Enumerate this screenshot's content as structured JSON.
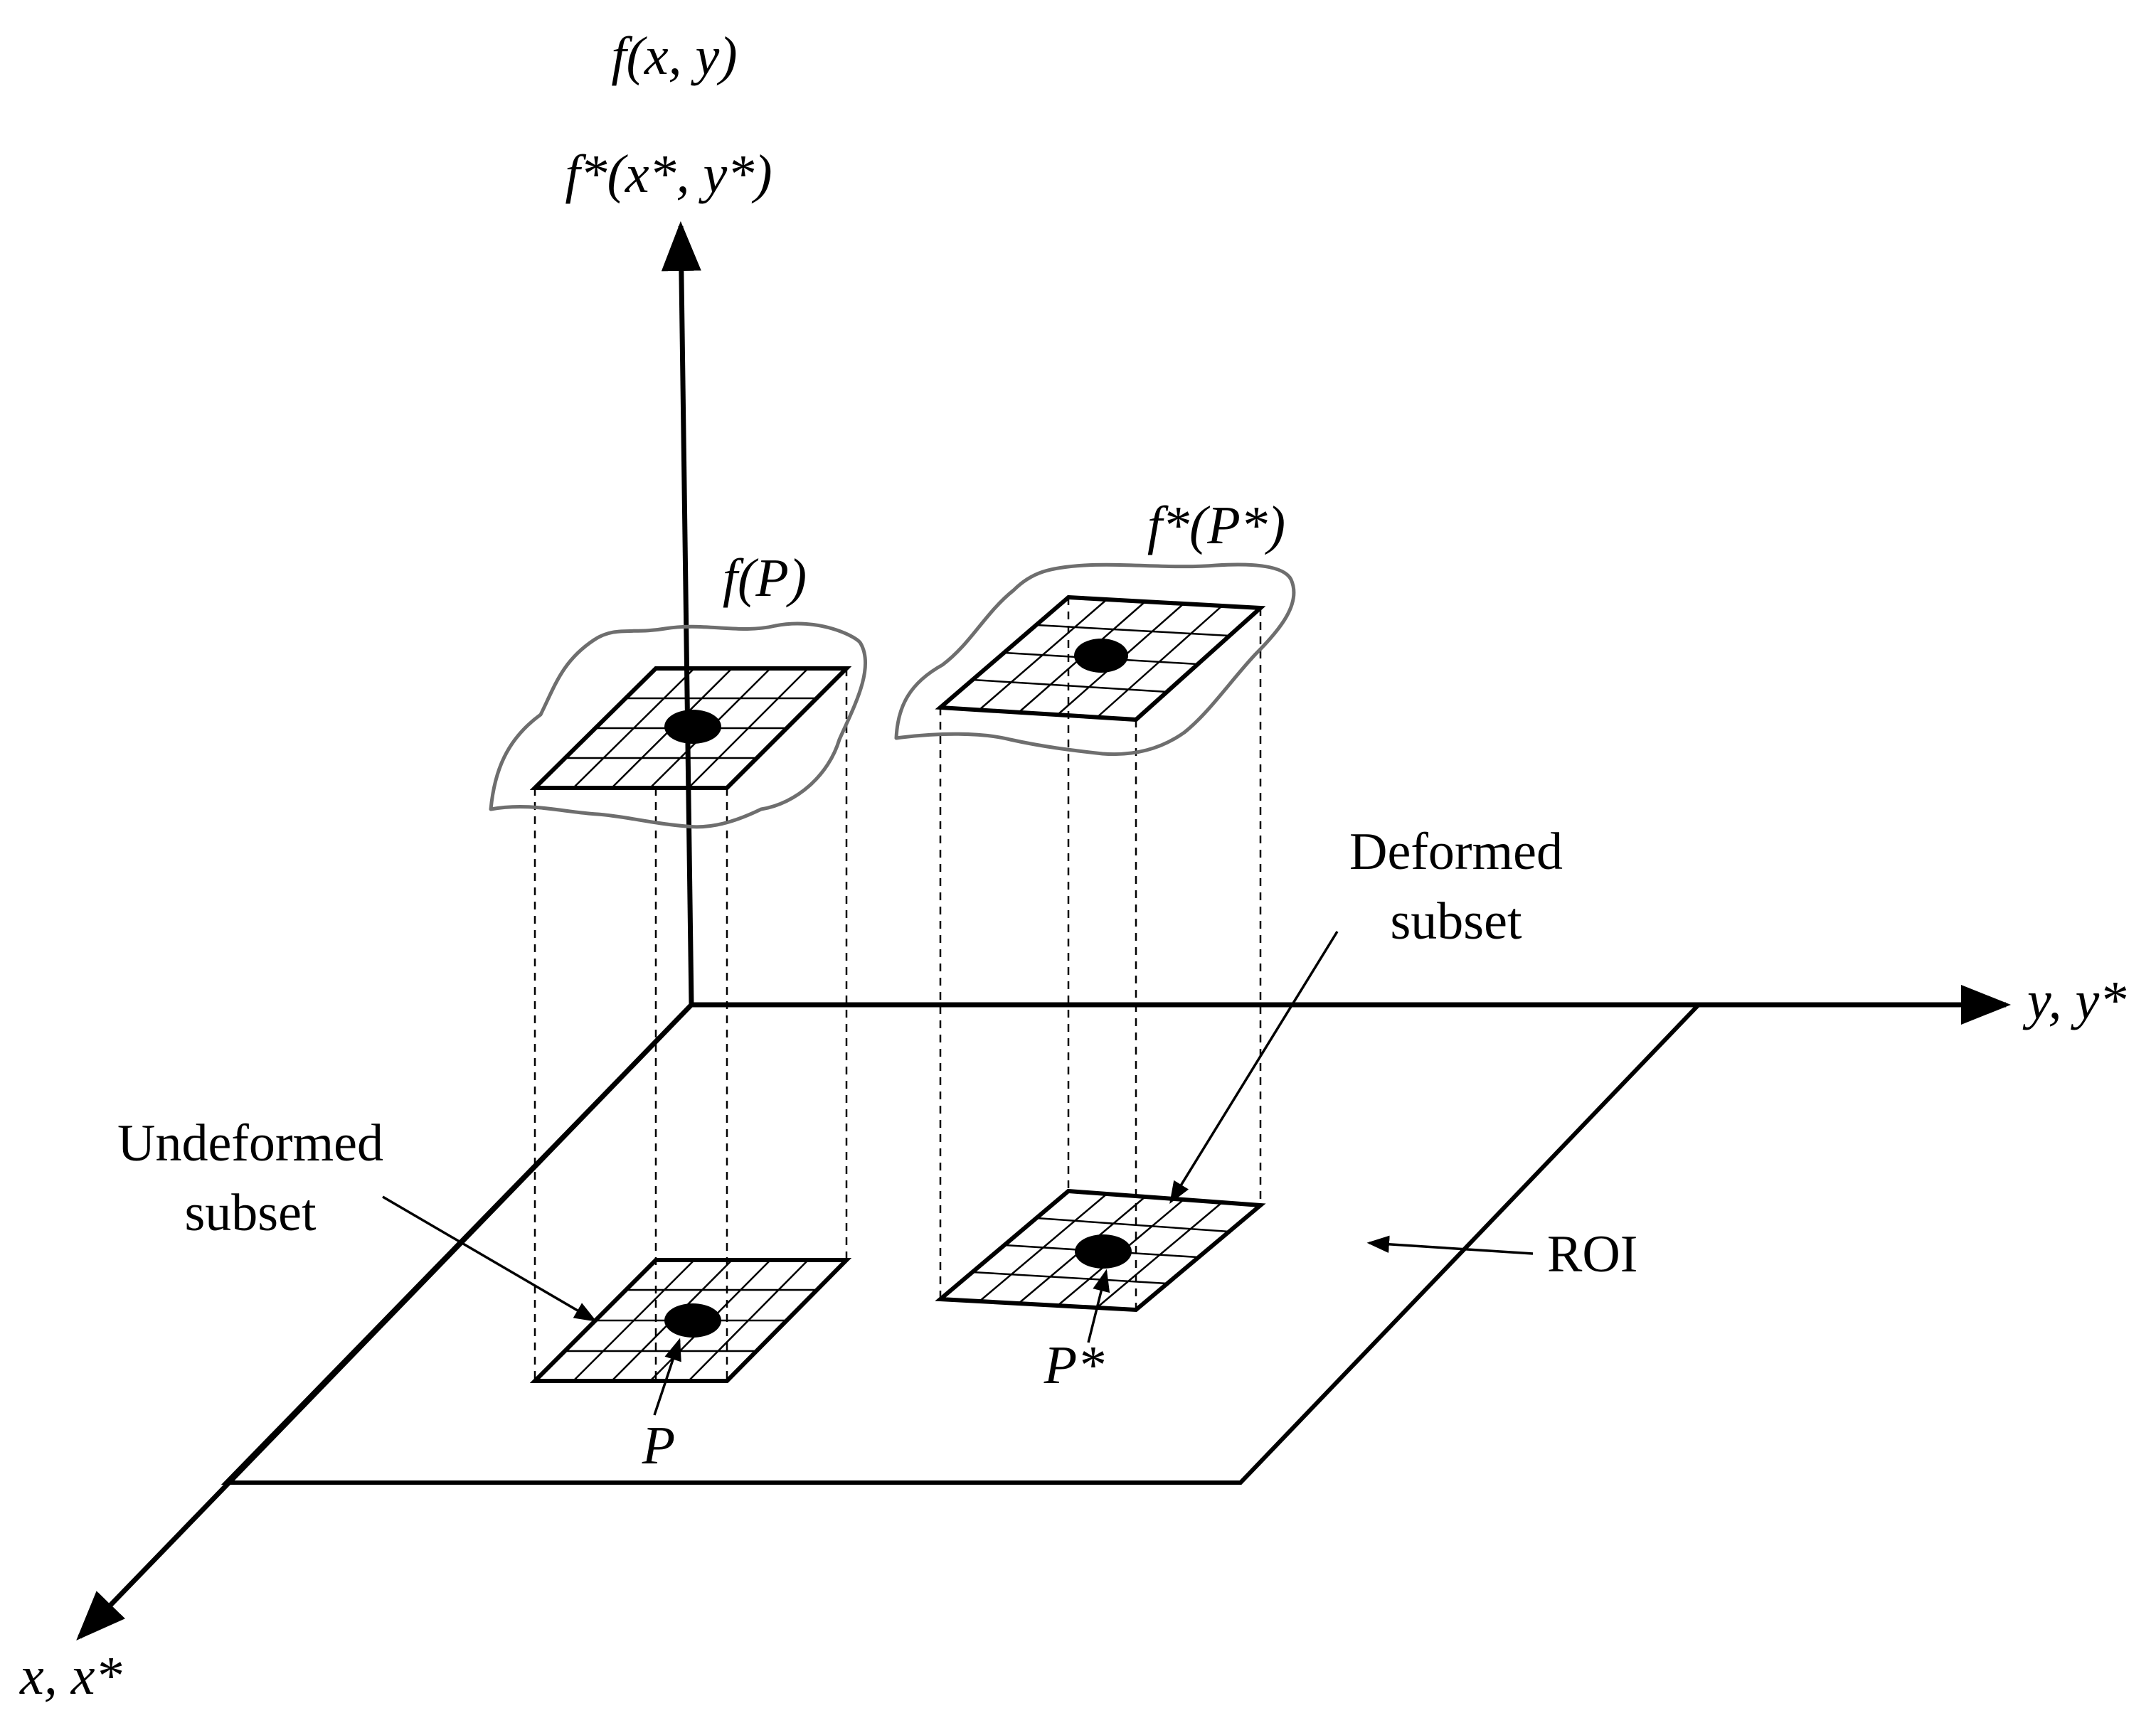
{
  "labels": {
    "z_axis_line1": "f(x, y)",
    "z_axis_line2": "f*(x*, y*)",
    "y_axis": "y, y*",
    "x_axis": "x, x*",
    "f_p": "f(P)",
    "f_star_p_star": "f*(P*)",
    "deformed_line1": "Deformed",
    "deformed_line2": "subset",
    "undeformed_line1": "Undeformed",
    "undeformed_line2": "subset",
    "roi": "ROI",
    "p": "P",
    "p_star": "P*"
  },
  "colors": {
    "ink": "#000000",
    "outline_gray": "#6e6e6e",
    "background": "#ffffff"
  }
}
